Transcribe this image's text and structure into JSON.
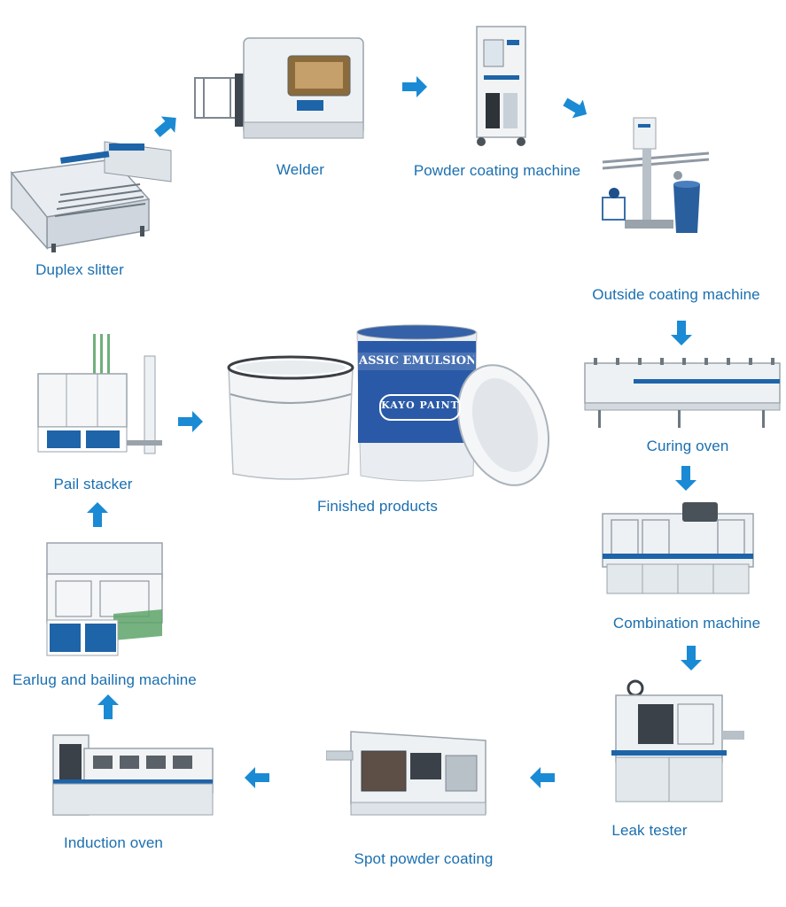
{
  "colors": {
    "accent": "#1a8ad4",
    "label_text": "#1a6fb0",
    "machine_body": "#eef1f4",
    "machine_frame": "#9aa3ab",
    "machine_panel": "#1e64a8"
  },
  "steps": [
    {
      "id": "duplex-slitter",
      "label": "Duplex slitter"
    },
    {
      "id": "welder",
      "label": "Welder"
    },
    {
      "id": "powder-coating-machine",
      "label": "Powder coating machine"
    },
    {
      "id": "outside-coating-machine",
      "label": "Outside coating machine"
    },
    {
      "id": "curing-oven",
      "label": "Curing oven"
    },
    {
      "id": "combination-machine",
      "label": "Combination machine"
    },
    {
      "id": "leak-tester",
      "label": "Leak tester"
    },
    {
      "id": "spot-powder-coating",
      "label": "Spot powder coating"
    },
    {
      "id": "induction-oven",
      "label": "Induction oven"
    },
    {
      "id": "earlug-and-bailing-machine",
      "label": "Earlug and bailing machine"
    },
    {
      "id": "pail-stacker",
      "label": "Pail stacker"
    },
    {
      "id": "finished-products",
      "label": "Finished products"
    }
  ],
  "product": {
    "can_band_text": "ASSIC EMULSION PAI",
    "can_brand_text": "KAYO PAINT"
  },
  "arrows": [
    {
      "name": "arrow-slitter-to-welder",
      "direction": "up-right"
    },
    {
      "name": "arrow-welder-to-powder",
      "direction": "right"
    },
    {
      "name": "arrow-powder-to-outside",
      "direction": "down-right"
    },
    {
      "name": "arrow-outside-to-curing",
      "direction": "down"
    },
    {
      "name": "arrow-curing-to-combination",
      "direction": "down"
    },
    {
      "name": "arrow-combination-to-leak",
      "direction": "down"
    },
    {
      "name": "arrow-leak-to-spot",
      "direction": "left"
    },
    {
      "name": "arrow-spot-to-induction",
      "direction": "left"
    },
    {
      "name": "arrow-induction-to-earlug",
      "direction": "up"
    },
    {
      "name": "arrow-earlug-to-stacker",
      "direction": "up"
    },
    {
      "name": "arrow-stacker-to-products",
      "direction": "right"
    }
  ]
}
